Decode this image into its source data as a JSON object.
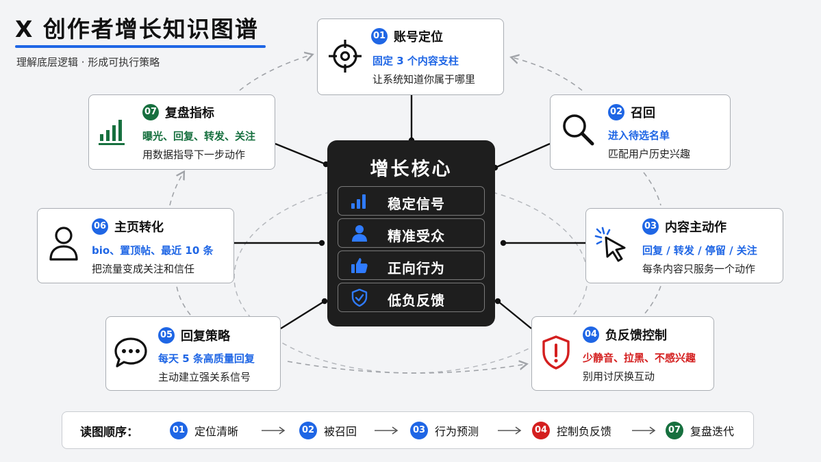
{
  "header": {
    "title": "X 创作者增长知识图谱",
    "subtitle": "理解底层逻辑 · 形成可执行策略"
  },
  "core": {
    "title": "增长核心",
    "items": [
      {
        "label": "稳定信号",
        "icon": "bar-chart-icon"
      },
      {
        "label": "精准受众",
        "icon": "user-icon"
      },
      {
        "label": "正向行为",
        "icon": "thumbs-up-icon"
      },
      {
        "label": "低负反馈",
        "icon": "shield-check-icon"
      }
    ]
  },
  "nodes": [
    {
      "num": "01",
      "title": "账号定位",
      "highlight": "固定 3 个内容支柱",
      "desc": "让系统知道你属于哪里",
      "icon": "target-icon",
      "color": "#1f66e5"
    },
    {
      "num": "02",
      "title": "召回",
      "highlight": "进入待选名单",
      "desc": "匹配用户历史兴趣",
      "icon": "search-icon",
      "color": "#1f66e5"
    },
    {
      "num": "03",
      "title": "内容主动作",
      "highlight": "回复 / 转发 / 停留 / 关注",
      "desc": "每条内容只服务一个动作",
      "icon": "cursor-click-icon",
      "color": "#1f66e5"
    },
    {
      "num": "04",
      "title": "负反馈控制",
      "highlight": "少静音、拉黑、不感兴趣",
      "desc": "别用讨厌换互动",
      "icon": "shield-alert-icon",
      "color": "#d41f1f"
    },
    {
      "num": "05",
      "title": "回复策略",
      "highlight": "每天 5 条高质量回复",
      "desc": "主动建立强关系信号",
      "icon": "chat-bubble-icon",
      "color": "#1f66e5"
    },
    {
      "num": "06",
      "title": "主页转化",
      "highlight": "bio、置顶帖、最近 10 条",
      "desc": "把流量变成关注和信任",
      "icon": "person-icon",
      "color": "#1f66e5"
    },
    {
      "num": "07",
      "title": "复盘指标",
      "highlight": "曝光、回复、转发、关注",
      "desc": "用数据指导下一步动作",
      "icon": "metrics-bars-icon",
      "color": "#17703f"
    }
  ],
  "reading_order": {
    "label": "读图顺序：",
    "steps": [
      {
        "num": "01",
        "label": "定位清晰",
        "color": "#1f66e5"
      },
      {
        "num": "02",
        "label": "被召回",
        "color": "#1f66e5"
      },
      {
        "num": "03",
        "label": "行为预测",
        "color": "#1f66e5"
      },
      {
        "num": "04",
        "label": "控制负反馈",
        "color": "#d41f1f"
      },
      {
        "num": "07",
        "label": "复盘迭代",
        "color": "#17703f"
      }
    ]
  },
  "colors": {
    "accent_blue": "#1f66e5",
    "accent_red": "#d41f1f",
    "accent_green": "#17703f",
    "core_bg": "#1e1e1e",
    "page_bg": "#f3f4f6"
  }
}
